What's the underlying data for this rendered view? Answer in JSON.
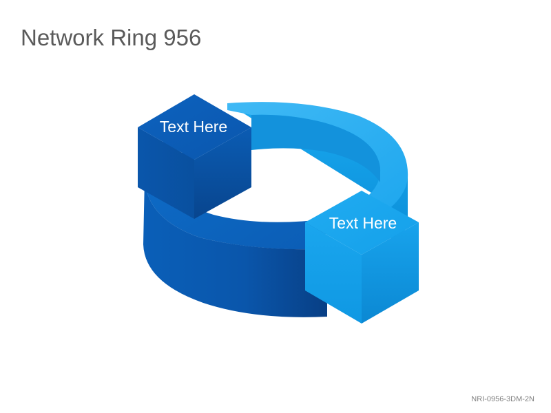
{
  "title": "Network Ring 956",
  "footer_code": "NRI-0956-3DM-2N",
  "nodes": [
    {
      "label": "Text Here",
      "color": "#0a5bb4"
    },
    {
      "label": "Text Here",
      "color": "#17a6ef"
    }
  ],
  "colors": {
    "dark_blue": "#0a5bb4",
    "light_blue": "#17a6ef",
    "title_text": "#5a5a5a",
    "footer_text": "#7f7f7f"
  }
}
